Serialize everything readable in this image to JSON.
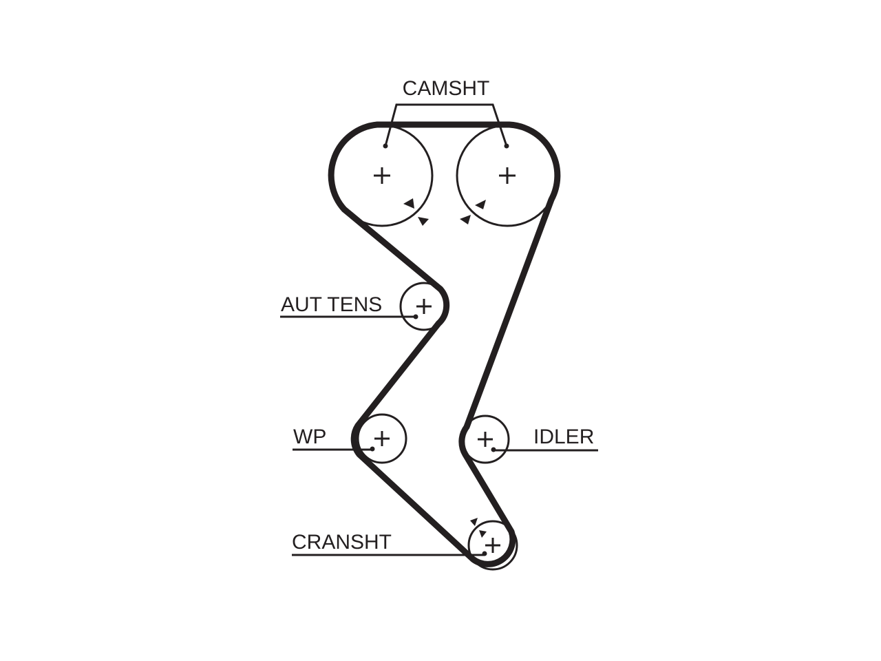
{
  "labels": {
    "camshaft": "CAMSHT",
    "auto_tensioner": "AUT TENS",
    "water_pump": "WP",
    "idler": "IDLER",
    "crankshaft": "CRANSHT"
  },
  "colors": {
    "line": "#231f20",
    "background": "#ffffff"
  }
}
